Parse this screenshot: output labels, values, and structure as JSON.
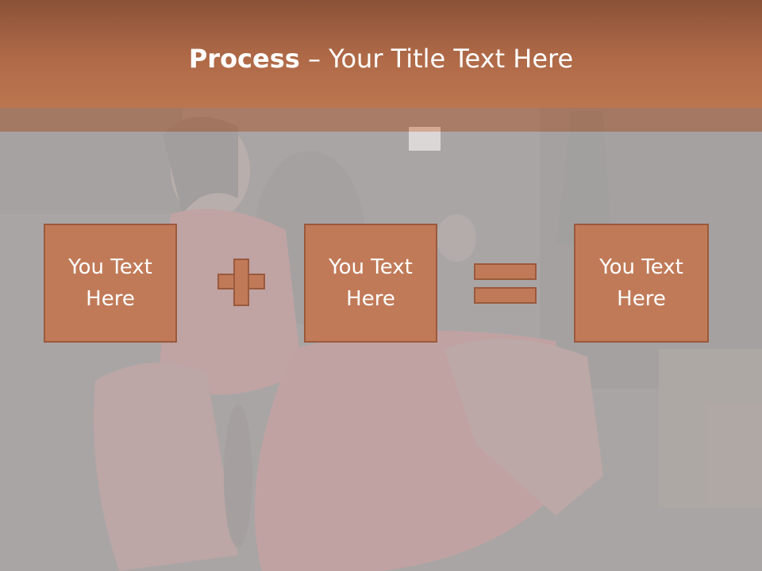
{
  "title": {
    "bold": "Process",
    "rest": " – Your Title Text Here"
  },
  "boxes": [
    {
      "line1": "You Text",
      "line2": "Here"
    },
    {
      "line1": "You Text",
      "line2": "Here"
    },
    {
      "line1": "You Text",
      "line2": "Here"
    }
  ],
  "icons": {
    "operator1": "plus-icon",
    "operator2": "equals-icon"
  },
  "colors": {
    "title_bar": "#b06a48",
    "box_fill": "#c17a58",
    "box_border": "#9a5a3d",
    "text": "#ffffff"
  }
}
